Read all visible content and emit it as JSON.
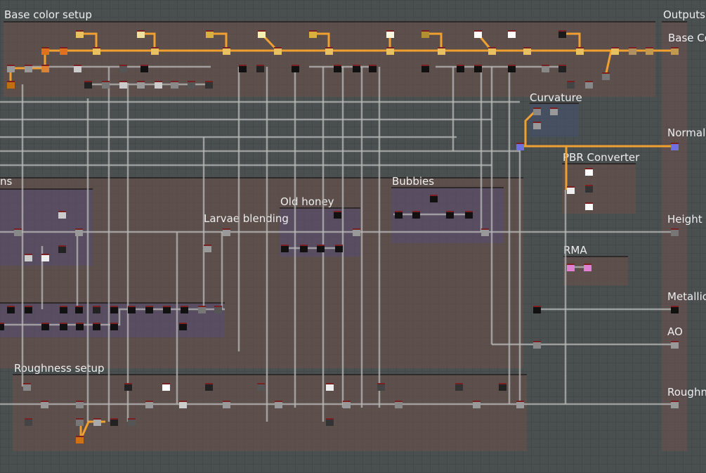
{
  "frames": {
    "base_color": "Base color setup",
    "outputs": "Outputs",
    "curvature": "Curvature",
    "pbr": "PBR Converter",
    "bubbles": "Bubbies",
    "old_honey": "Old honey",
    "larvae": "Larvae blending",
    "left_cut": "ns",
    "rma": "RMA",
    "roughness": "Roughness setup"
  },
  "outputs": {
    "base_color": "Base Co",
    "normal": "Normal",
    "height": "Height",
    "metallic": "Metallic",
    "ao": "AO",
    "roughness": "Roughn"
  },
  "colors": {
    "wire": "#b8b8b8",
    "active_wire": "#f0a030",
    "frame": "#6e504b"
  }
}
